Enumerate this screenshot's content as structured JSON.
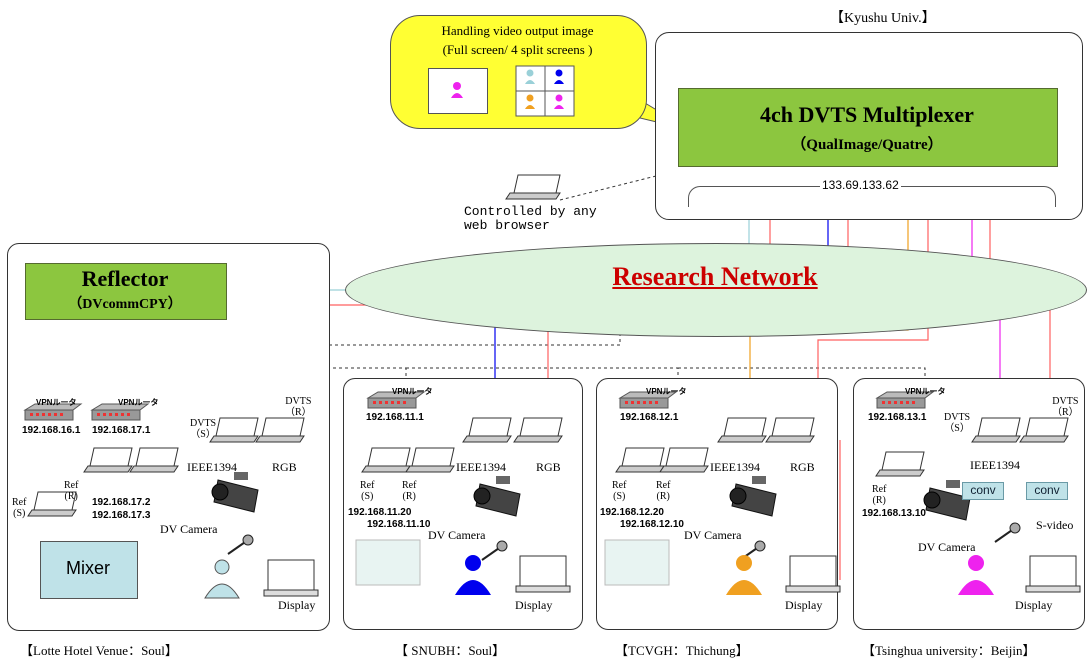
{
  "kyushu": {
    "label": "【Kyushu Univ.】",
    "mux_title": "4ch DVTS Multiplexer",
    "mux_subtitle": "（QualImage/Quatre）",
    "mux_ip": "133.69.133.62"
  },
  "callout": {
    "line1": "Handling video output image",
    "line2": "(Full screen/ 4 split screens )"
  },
  "controlled_by": {
    "line1": "Controlled by any",
    "line2": "web browser"
  },
  "network": {
    "label": "Research Network"
  },
  "reflector": {
    "title": "Reflector",
    "subtitle": "（DVcommCPY）"
  },
  "sites": {
    "lotte": {
      "label": "【Lotte Hotel Venue：Soul】",
      "vpn_label_1": "VPNルータ",
      "vpn_label_2": "VPNルータ",
      "vpn_ip_1": "192.168.16.1",
      "vpn_ip_2": "192.168.17.1",
      "ref_s": "Ref\n(S)",
      "ref_r": "Ref\n(R)",
      "ip_a": "192.168.17.2",
      "ip_b": "192.168.17.3",
      "dvts_s": "DVTS\n（S）",
      "dvts_r": "DVTS\n（R）",
      "ieee": "IEEE1394",
      "rgb": "RGB",
      "camera": "DV Camera",
      "mixer": "Mixer",
      "display": "Display"
    },
    "snubh": {
      "label": "【 SNUBH：Soul】",
      "vpn_label": "VPNルータ",
      "vpn_ip": "192.168.11.1",
      "ref_s": "Ref\n(S)",
      "ref_r": "Ref\n(R)",
      "ip_a": "192.168.11.20",
      "ip_b": "192.168.11.10",
      "ieee": "IEEE1394",
      "rgb": "RGB",
      "camera": "DV Camera",
      "display": "Display"
    },
    "tcvgh": {
      "label": "【TCVGH：Thichung】",
      "vpn_label": "VPNルータ",
      "vpn_ip": "192.168.12.1",
      "ref_s": "Ref\n(S)",
      "ref_r": "Ref\n(R)",
      "ip_a": "192.168.12.20",
      "ip_b": "192.168.12.10",
      "ieee": "IEEE1394",
      "rgb": "RGB",
      "camera": "DV Camera",
      "display": "Display"
    },
    "tsinghua": {
      "label": "【Tsinghua university：Beijin】",
      "vpn_label": "VPNルータ",
      "vpn_ip": "192.168.13.1",
      "ref_r": "Ref\n(R)",
      "ip_a": "192.168.13.10",
      "dvts_s": "DVTS\n（S）",
      "dvts_r": "DVTS\n（R）",
      "ieee": "IEEE1394",
      "conv1": "conv",
      "conv2": "conv",
      "svideo": "S-video",
      "camera": "DV Camera",
      "display": "Display"
    }
  },
  "colors": {
    "mux_fill": "#8cc63f",
    "callout_fill": "#ffff33",
    "ellipse_fill": "#ddf3dd",
    "network_text": "#cc0000",
    "mixer_fill": "#bfe2e8",
    "blue": "#0000ee",
    "red": "#ff4040",
    "orange": "#f0a020",
    "magenta": "#ee22ee",
    "cyan": "#9ad0d8"
  }
}
